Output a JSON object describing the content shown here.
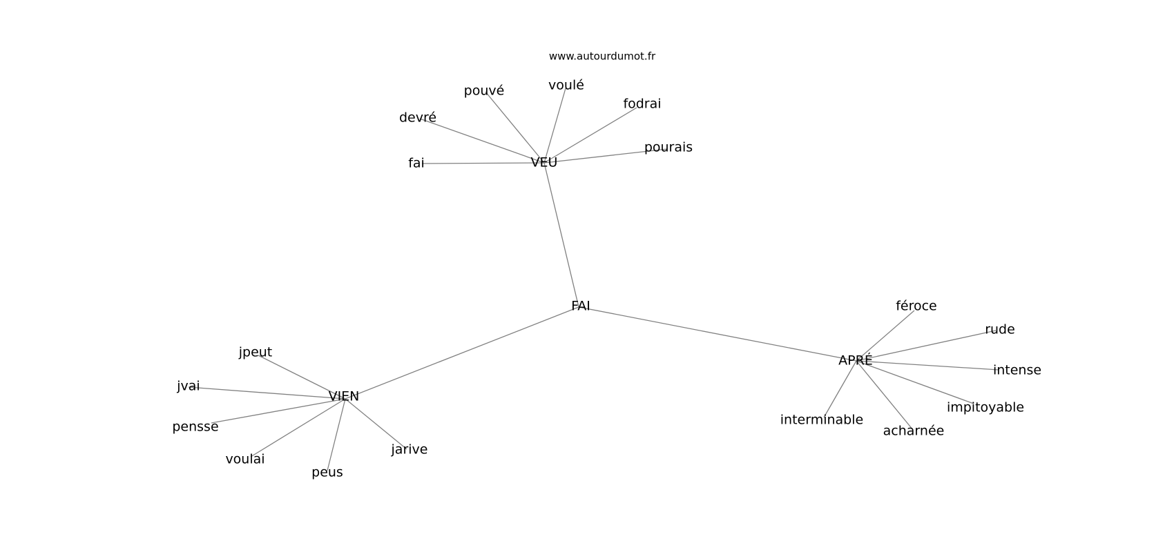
{
  "watermark": "www.autourdumot.fr",
  "graph": {
    "center": "FAI",
    "nodes": [
      {
        "id": "FAI",
        "label": "FAI"
      },
      {
        "id": "VEU",
        "label": "VEU"
      },
      {
        "id": "VIEN",
        "label": "VIEN"
      },
      {
        "id": "APRE",
        "label": "APRÉ"
      },
      {
        "id": "fai",
        "label": "fai"
      },
      {
        "id": "devre",
        "label": "devré"
      },
      {
        "id": "pouve",
        "label": "pouvé"
      },
      {
        "id": "voule",
        "label": "voulé"
      },
      {
        "id": "fodrai",
        "label": "fodrai"
      },
      {
        "id": "pourais",
        "label": "pourais"
      },
      {
        "id": "jpeut",
        "label": "jpeut"
      },
      {
        "id": "jvai",
        "label": "jvai"
      },
      {
        "id": "pensse",
        "label": "pensse"
      },
      {
        "id": "voulai",
        "label": "voulai"
      },
      {
        "id": "peus",
        "label": "peus"
      },
      {
        "id": "jarive",
        "label": "jarive"
      },
      {
        "id": "feroce",
        "label": "féroce"
      },
      {
        "id": "rude",
        "label": "rude"
      },
      {
        "id": "intense",
        "label": "intense"
      },
      {
        "id": "impitoyable",
        "label": "impitoyable"
      },
      {
        "id": "acharnee",
        "label": "acharnée"
      },
      {
        "id": "interminable",
        "label": "interminable"
      }
    ],
    "edges": [
      [
        "FAI",
        "VEU"
      ],
      [
        "FAI",
        "VIEN"
      ],
      [
        "FAI",
        "APRE"
      ],
      [
        "VEU",
        "fai"
      ],
      [
        "VEU",
        "devre"
      ],
      [
        "VEU",
        "pouve"
      ],
      [
        "VEU",
        "voule"
      ],
      [
        "VEU",
        "fodrai"
      ],
      [
        "VEU",
        "pourais"
      ],
      [
        "VIEN",
        "jpeut"
      ],
      [
        "VIEN",
        "jvai"
      ],
      [
        "VIEN",
        "pensse"
      ],
      [
        "VIEN",
        "voulai"
      ],
      [
        "VIEN",
        "peus"
      ],
      [
        "VIEN",
        "jarive"
      ],
      [
        "APRE",
        "feroce"
      ],
      [
        "APRE",
        "rude"
      ],
      [
        "APRE",
        "intense"
      ],
      [
        "APRE",
        "impitoyable"
      ],
      [
        "APRE",
        "acharnee"
      ],
      [
        "APRE",
        "interminable"
      ]
    ]
  }
}
